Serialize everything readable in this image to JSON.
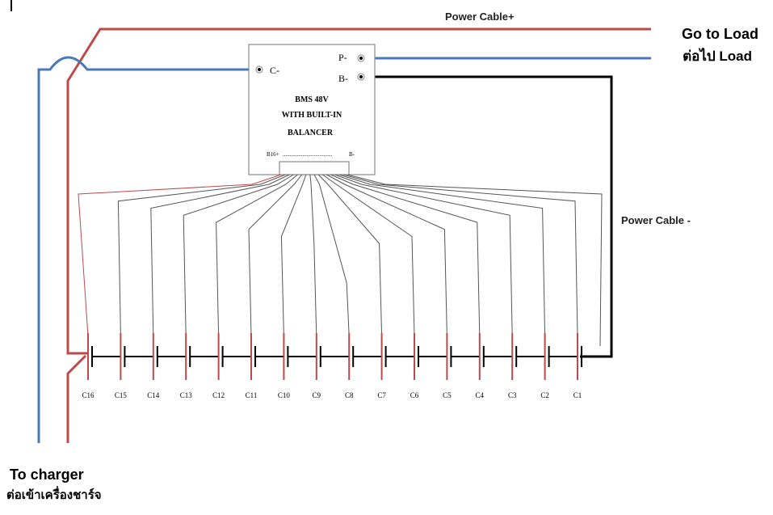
{
  "colors": {
    "positive": "#bd4a4a",
    "charger_negative": "#4a78b8",
    "negative": "#000000",
    "sense": "#555555",
    "box": "#888888"
  },
  "labels": {
    "power_cable_pos": "Power Cable+",
    "power_cable_neg": "Power Cable -",
    "go_to_load": "Go to Load",
    "go_to_load_thai": "ต่อไป Load",
    "to_charger": "To charger",
    "to_charger_thai": "ต่อเข้าเครื่องชาร์จ"
  },
  "bms": {
    "line1": "BMS 48V",
    "line2": "WITH BUILT-IN",
    "line3": "BALANCER",
    "terminal_c": "C-",
    "terminal_p": "P-",
    "terminal_b": "B-",
    "connector_left": "B16+",
    "connector_dots": "...................................",
    "connector_right": "B-"
  },
  "cells": [
    "C16",
    "C15",
    "C14",
    "C13",
    "C12",
    "C11",
    "C10",
    "C9",
    "C8",
    "C7",
    "C6",
    "C5",
    "C4",
    "C3",
    "C2",
    "C1"
  ]
}
